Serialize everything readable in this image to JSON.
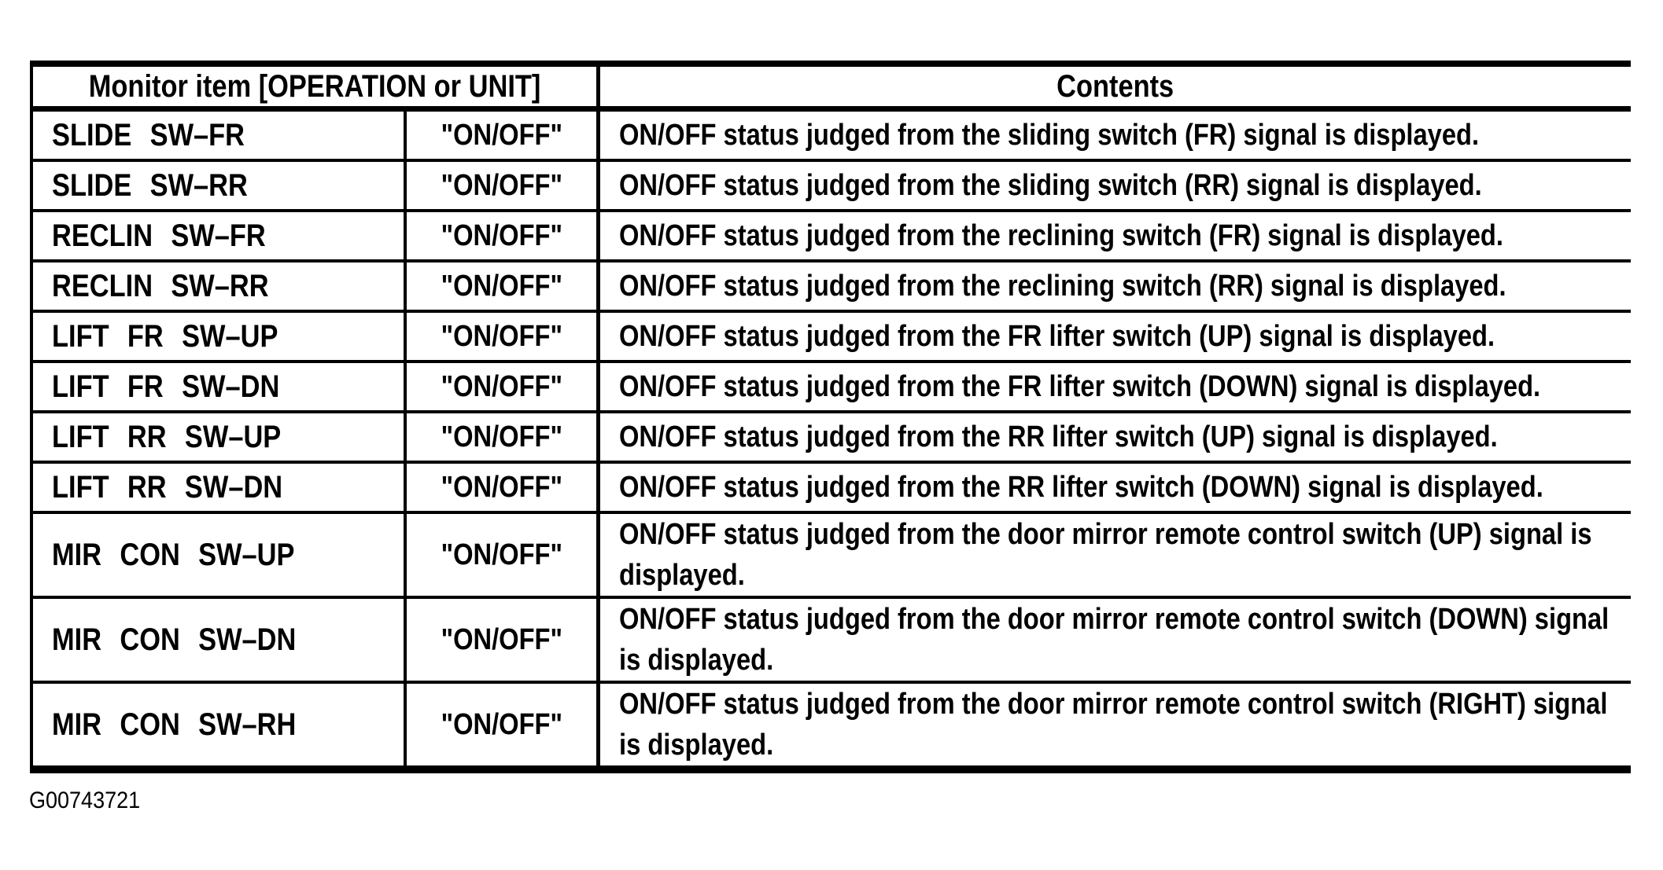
{
  "colors": {
    "background": "#ffffff",
    "lines": "#000000",
    "text": "#000000"
  },
  "table": {
    "header": {
      "monitor_item": "Monitor item [OPERATION or UNIT]",
      "contents": "Contents"
    },
    "rows": [
      {
        "item": "SLIDE SW–FR",
        "operation": "\"ON/OFF\"",
        "contents": "ON/OFF status judged from the sliding switch (FR) signal is displayed."
      },
      {
        "item": "SLIDE SW–RR",
        "operation": "\"ON/OFF\"",
        "contents": "ON/OFF status judged from the sliding switch (RR) signal is displayed."
      },
      {
        "item": "RECLIN SW–FR",
        "operation": "\"ON/OFF\"",
        "contents": "ON/OFF status judged from the reclining switch (FR) signal is displayed."
      },
      {
        "item": "RECLIN SW–RR",
        "operation": "\"ON/OFF\"",
        "contents": "ON/OFF status judged from the reclining switch (RR) signal is displayed."
      },
      {
        "item": "LIFT FR SW–UP",
        "operation": "\"ON/OFF\"",
        "contents": "ON/OFF status judged from the FR lifter switch (UP) signal is displayed."
      },
      {
        "item": "LIFT FR SW–DN",
        "operation": "\"ON/OFF\"",
        "contents": "ON/OFF status judged from the FR lifter switch (DOWN) signal is displayed."
      },
      {
        "item": "LIFT RR SW–UP",
        "operation": "\"ON/OFF\"",
        "contents": "ON/OFF status judged from the RR lifter switch (UP) signal is displayed."
      },
      {
        "item": "LIFT RR SW–DN",
        "operation": "\"ON/OFF\"",
        "contents": "ON/OFF status judged from the RR lifter switch (DOWN) signal is displayed."
      },
      {
        "item": "MIR CON SW–UP",
        "operation": "\"ON/OFF\"",
        "contents": "ON/OFF status judged from the door mirror remote control switch (UP) signal is\ndisplayed."
      },
      {
        "item": "MIR CON SW–DN",
        "operation": "\"ON/OFF\"",
        "contents": "ON/OFF status judged from the door mirror remote control switch (DOWN) signal\nis displayed."
      },
      {
        "item": "MIR CON SW–RH",
        "operation": "\"ON/OFF\"",
        "contents": "ON/OFF status judged from the door mirror remote control switch (RIGHT) signal\nis displayed."
      }
    ]
  },
  "footer": {
    "figure_code": "G00743721"
  }
}
